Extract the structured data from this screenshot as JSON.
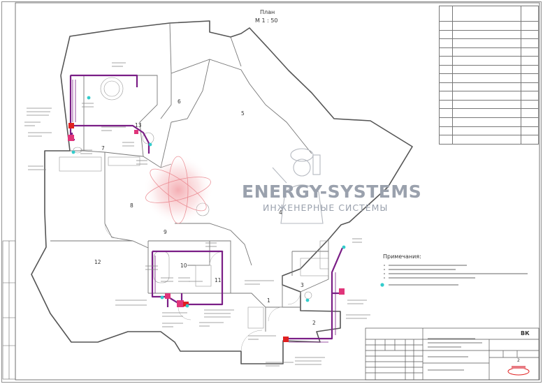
{
  "plan": {
    "title": "План",
    "scale": "М 1 : 50"
  },
  "logo": {
    "name": "ENERGY-SYSTEMS",
    "tagline": "ИНЖЕНЕРНЫЕ СИСТЕМЫ"
  },
  "notes": {
    "heading": "Примечания:"
  },
  "room_numbers": [
    "1",
    "2",
    "3",
    "4",
    "5",
    "6",
    "7",
    "8",
    "9",
    "10",
    "11",
    "12",
    "13"
  ],
  "legend": {
    "rows": [
      {
        "n": "",
        "name": "",
        "area": ""
      },
      {
        "n": "",
        "name": "",
        "area": ""
      },
      {
        "n": "",
        "name": "",
        "area": ""
      },
      {
        "n": "",
        "name": "",
        "area": ""
      },
      {
        "n": "",
        "name": "",
        "area": ""
      },
      {
        "n": "",
        "name": "",
        "area": ""
      },
      {
        "n": "",
        "name": "",
        "area": ""
      },
      {
        "n": "",
        "name": "",
        "area": ""
      },
      {
        "n": "",
        "name": "",
        "area": ""
      },
      {
        "n": "",
        "name": "",
        "area": ""
      },
      {
        "n": "",
        "name": "",
        "area": ""
      },
      {
        "n": "",
        "name": "",
        "area": ""
      },
      {
        "n": "",
        "name": "",
        "area": ""
      },
      {
        "n": "",
        "name": "",
        "area": ""
      },
      {
        "n": "",
        "name": "",
        "area": ""
      }
    ]
  },
  "stamp": {
    "code": "ВК",
    "sheet_no": "2"
  },
  "colors": {
    "pipe": "#7a1e86",
    "valve": "#e0357a",
    "leak_sensor": "#33cccc",
    "accent_red": "#e02020",
    "wall": "#555555",
    "logo_text": "#9aa1ad"
  }
}
